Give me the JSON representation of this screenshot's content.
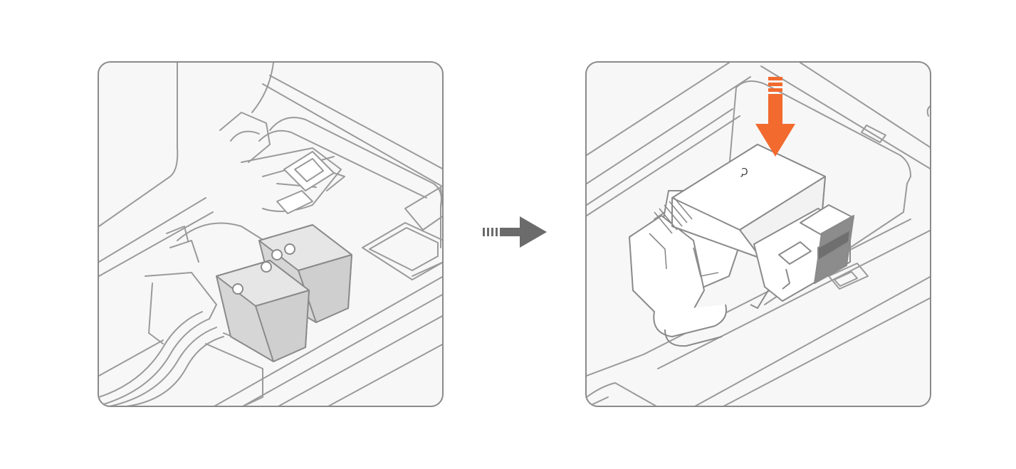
{
  "figure": {
    "panels": [
      {
        "id": "before",
        "description_icon": "old-cartridges-in-carriage"
      },
      {
        "id": "after",
        "description_icon": "new-printhead-module-inserted"
      }
    ],
    "cartridge_marking": "Ƈ",
    "colors": {
      "outline": "#8a8a8a",
      "line": "#9a9a9a",
      "panel_background": "#f7f7f7",
      "cartridge_fill": "#d9d9d9",
      "module_dark": "#8c8c8c",
      "step_arrow": "#6b6b6b",
      "insert_arrow": "#f26a2e"
    }
  }
}
